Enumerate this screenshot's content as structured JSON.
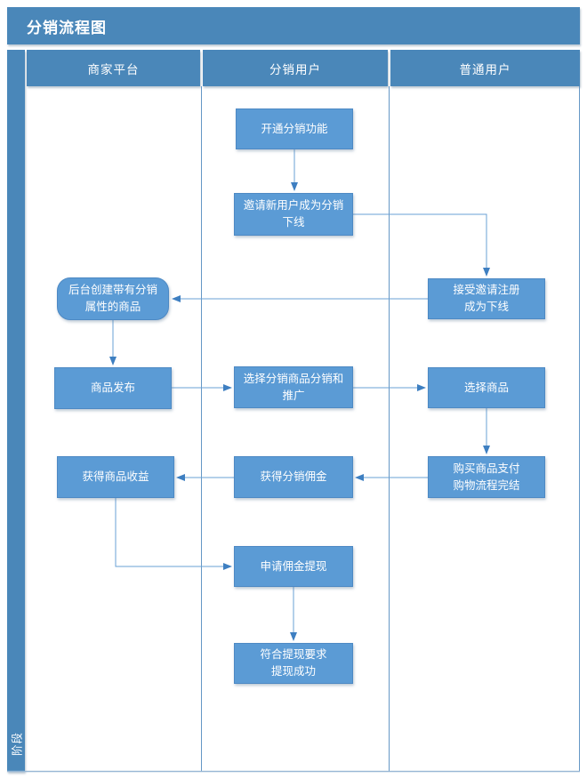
{
  "title": "分销流程图",
  "stage": {
    "label": "阶段"
  },
  "lanes": [
    {
      "id": "merchant",
      "label": "商家平台"
    },
    {
      "id": "distributor",
      "label": "分销用户"
    },
    {
      "id": "consumer",
      "label": "普通用户"
    }
  ],
  "nodes": [
    {
      "id": "open-distribution",
      "lane": "分销用户",
      "shape": "rect",
      "label": "开通分销功能"
    },
    {
      "id": "invite-new-users",
      "lane": "分销用户",
      "shape": "rect",
      "label": "邀请新用户成为分销\n下线"
    },
    {
      "id": "accept-invitation-register",
      "lane": "普通用户",
      "shape": "rect",
      "label": "接受邀请注册\n成为下线"
    },
    {
      "id": "backend-create-product",
      "lane": "商家平台",
      "shape": "rounded",
      "label": "后台创建带有分销\n属性的商品"
    },
    {
      "id": "publish-product",
      "lane": "商家平台",
      "shape": "rect",
      "label": "商品发布"
    },
    {
      "id": "select-distribution-promote",
      "lane": "分销用户",
      "shape": "rect",
      "label": "选择分销商品分销和\n推广"
    },
    {
      "id": "select-product",
      "lane": "普通用户",
      "shape": "rect",
      "label": "选择商品"
    },
    {
      "id": "get-product-revenue",
      "lane": "商家平台",
      "shape": "rect",
      "label": "获得商品收益"
    },
    {
      "id": "get-distribution-commission",
      "lane": "分销用户",
      "shape": "rect",
      "label": "获得分销佣金"
    },
    {
      "id": "purchase-payment-complete",
      "lane": "普通用户",
      "shape": "rect",
      "label": "购买商品支付\n购物流程完结"
    },
    {
      "id": "apply-commission-withdrawal",
      "lane": "分销用户",
      "shape": "rect",
      "label": "申请佣金提现"
    },
    {
      "id": "withdrawal-success",
      "lane": "分销用户",
      "shape": "rect",
      "label": "符合提现要求\n提现成功"
    }
  ],
  "colors": {
    "header_blue": "#4a87b9",
    "box_fill": "#5b9bd5",
    "box_border": "#4d89c4",
    "connector_line": "#6aa0d4",
    "arrowhead": "#3e7fc1",
    "lane_line": "#6597c6",
    "outer_border": "#9ab9d6",
    "text": "#ffffff"
  }
}
